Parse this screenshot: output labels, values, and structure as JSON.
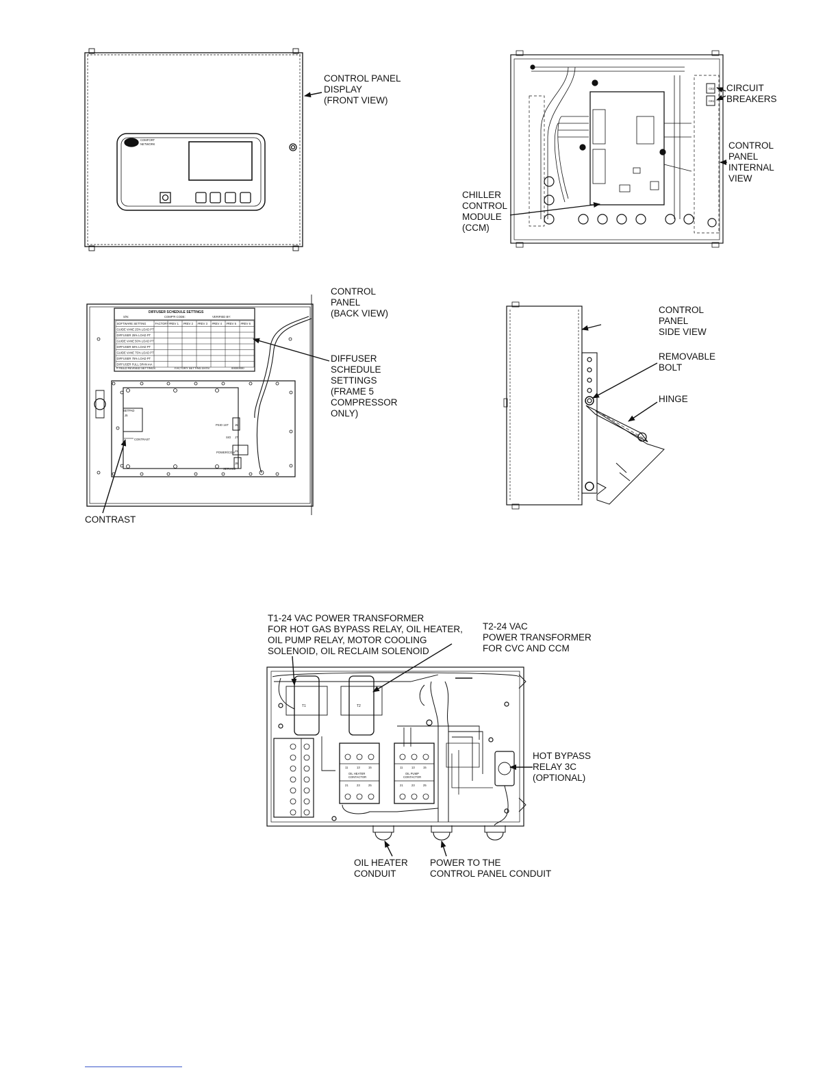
{
  "callouts": {
    "front_view": "CONTROL PANEL\nDISPLAY\n(FRONT VIEW)",
    "circuit_breakers": "CIRCUIT\nBREAKERS",
    "internal_view": "CONTROL\nPANEL\nINTERNAL\nVIEW",
    "ccm": "CHILLER\nCONTROL\nMODULE\n(CCM)",
    "back_view": "CONTROL\nPANEL\n(BACK VIEW)",
    "diffuser": "DIFFUSER\nSCHEDULE\nSETTINGS\n(FRAME 5\nCOMPRESSOR\nONLY)",
    "contrast": "CONTRAST",
    "side_view": "CONTROL\nPANEL\nSIDE VIEW",
    "removable_bolt": "REMOVABLE\nBOLT",
    "hinge": "HINGE",
    "t1": "T1-24 VAC POWER TRANSFORMER\nFOR HOT GAS BYPASS RELAY, OIL HEATER,\nOIL PUMP RELAY, MOTOR COOLING\nSOLENOID, OIL RECLAIM SOLENOID",
    "t2": "T2-24 VAC\nPOWER TRANSFORMER\nFOR CVC AND CCM",
    "hot_bypass": "HOT BYPASS\nRELAY 3C\n(OPTIONAL)",
    "oil_heater_conduit": "OIL HEATER\nCONDUIT",
    "power_conduit": "POWER TO THE\nCONTROL PANEL CONDUIT"
  },
  "schedule_table": {
    "title": "DIFFUSER SCHEDULE SETTINGS",
    "sn": "S/N:",
    "comp_code": "COMP'R CODE:",
    "verified": "VERIFIED BY:",
    "headers": [
      "SOFTWARE SETTING",
      "FACTORY",
      "#REV 1",
      "#REV 2",
      "#REV 3",
      "#REV 4",
      "#REV 5",
      "#REV 6"
    ],
    "rows": [
      "GUIDE VANE 25% LOAD PT",
      "DIFFUSER 25% LOAD PT",
      "GUIDE VANE 50% LOAD PT",
      "DIFFUSER 50% LOAD PT",
      "GUIDE VANE 75% LOAD PT",
      "DIFFUSER 75% LOAD PT",
      "DIFFUSER FULL SPAN mA"
    ],
    "footer_left": "# FIELD REVISED SETTINGS",
    "footer_mid": "FACTORY SETTING DATE:",
    "footer_right": "00000000"
  },
  "board_labels": {
    "t1": "T1",
    "t2": "T2",
    "oil_heater_contactor": "OIL HEATER\nCONTACTOR",
    "oil_pump_contactor": "OIL PUMP\nCONTACTOR",
    "contact_nums_top": [
      "11",
      "13",
      "15"
    ],
    "contact_nums_bot": [
      "21",
      "23",
      "25"
    ],
    "display_logo": "COMFORT\nNETWORK",
    "back_j5": "J5",
    "back_contrast": "CONTRAST",
    "back_small_label": "SETPAD",
    "back_conn1": "PSIO 1ST",
    "back_conn2": "SIO",
    "back_conn3": "POWER/COM",
    "back_conn4": "SERVICE",
    "back_j_labels": [
      "J5",
      "J7",
      "J1",
      "J8"
    ],
    "cb_labels": [
      "CB2",
      "CB1"
    ]
  }
}
